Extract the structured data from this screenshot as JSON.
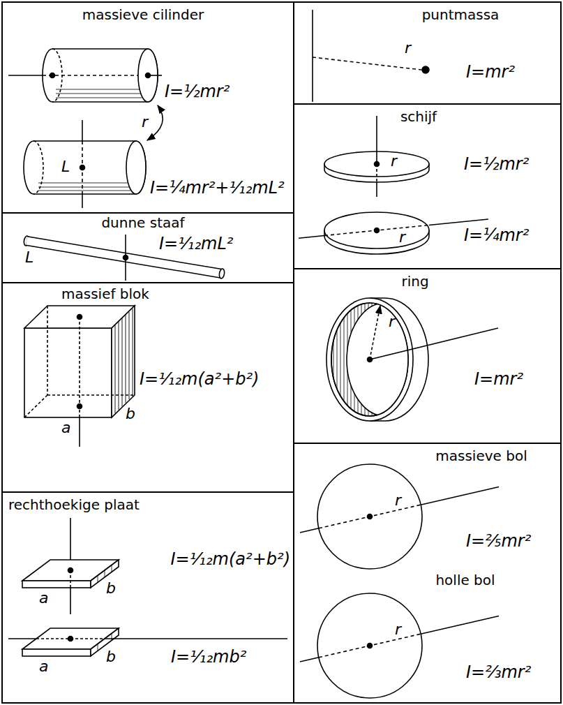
{
  "diagram": {
    "nodes": [
      {
        "text": [
          "massieve cilinder",
          "I=½mr²",
          "I=¼mr²+¹⁄₁₂mL²"
        ]
      },
      {
        "text": [
          "dunne staaf",
          "I=¹⁄₁₂mL²"
        ]
      },
      {
        "text": [
          "massief blok",
          "I=¹⁄₁₂m(a²+b²)"
        ]
      },
      {
        "text": [
          "rechthoekige plaat",
          "I=¹⁄₁₂m(a²+b²)",
          "I=¹⁄₁₂mb²"
        ]
      },
      {
        "text": [
          "puntmassa",
          "I=mr²"
        ]
      },
      {
        "text": [
          "schijf",
          "I=½mr²",
          "I=¼mr²"
        ]
      },
      {
        "text": [
          "ring",
          "I=mr²"
        ]
      },
      {
        "text": [
          "massieve bol",
          "I=⅖mr²",
          "holle bol",
          "I=⅔mr²"
        ]
      }
    ],
    "labels": [
      "r",
      "L",
      "L",
      "a",
      "b",
      "a",
      "b",
      "a",
      "b",
      "r",
      "r",
      "r",
      "r",
      "r",
      "r"
    ]
  }
}
